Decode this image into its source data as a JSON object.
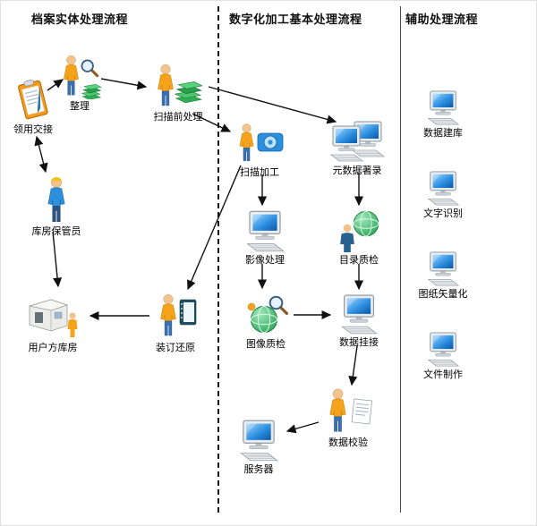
{
  "sections": {
    "left": {
      "title": "档案实体处理流程"
    },
    "middle": {
      "title": "数字化加工基本处理流程"
    },
    "right": {
      "title": "辅助处理流程"
    }
  },
  "nodes": {
    "collection_handover": {
      "label": "领用交接",
      "icon": "clipboard-icon"
    },
    "organize": {
      "label": "整理",
      "icon": "person-magnifier-icon"
    },
    "pre_scan_processing": {
      "label": "扫描前处理",
      "icon": "person-books-icon"
    },
    "warehouse_keeper": {
      "label": "库房保管员",
      "icon": "person-icon"
    },
    "user_warehouse": {
      "label": "用户方库房",
      "icon": "warehouse-icon"
    },
    "binding_restoration": {
      "label": "装订还原",
      "icon": "person-book-icon"
    },
    "scanning": {
      "label": "扫描加工",
      "icon": "person-scanner-icon"
    },
    "metadata_cataloging": {
      "label": "元数据著录",
      "icon": "dual-computer-icon"
    },
    "image_processing": {
      "label": "影像处理",
      "icon": "computer-icon"
    },
    "catalog_qc": {
      "label": "目录质检",
      "icon": "person-globe-icon"
    },
    "image_qc": {
      "label": "图像质检",
      "icon": "globe-magnifier-icon"
    },
    "data_linking": {
      "label": "数据挂接",
      "icon": "computer-icon"
    },
    "data_verification": {
      "label": "数据校验",
      "icon": "person-document-icon"
    },
    "server": {
      "label": "服务器",
      "icon": "computer-icon"
    },
    "database_building": {
      "label": "数据建库",
      "icon": "computer-icon"
    },
    "text_recognition": {
      "label": "文字识别",
      "icon": "computer-icon"
    },
    "drawing_vectorization": {
      "label": "图纸矢量化",
      "icon": "computer-icon"
    },
    "file_production": {
      "label": "文件制作",
      "icon": "computer-icon"
    }
  },
  "edges": [
    {
      "from": "collection_handover",
      "to": "organize"
    },
    {
      "from": "organize",
      "to": "pre_scan_processing"
    },
    {
      "from": "collection_handover",
      "to": "warehouse_keeper",
      "bidirectional": true
    },
    {
      "from": "warehouse_keeper",
      "to": "user_warehouse"
    },
    {
      "from": "binding_restoration",
      "to": "user_warehouse"
    },
    {
      "from": "pre_scan_processing",
      "to": "scanning"
    },
    {
      "from": "pre_scan_processing",
      "to": "metadata_cataloging"
    },
    {
      "from": "scanning",
      "to": "binding_restoration"
    },
    {
      "from": "scanning",
      "to": "image_processing"
    },
    {
      "from": "image_processing",
      "to": "image_qc"
    },
    {
      "from": "image_qc",
      "to": "data_linking"
    },
    {
      "from": "metadata_cataloging",
      "to": "catalog_qc"
    },
    {
      "from": "catalog_qc",
      "to": "data_linking"
    },
    {
      "from": "data_linking",
      "to": "data_verification"
    },
    {
      "from": "data_verification",
      "to": "server"
    }
  ],
  "colors": {
    "screen_blue": "#2e8fe0",
    "book_green": "#2fae54",
    "person_orange": "#f6a31c",
    "clipboard_orange": "#f59a1a",
    "globe_green": "#189a4a",
    "arrow_black": "#111111"
  }
}
